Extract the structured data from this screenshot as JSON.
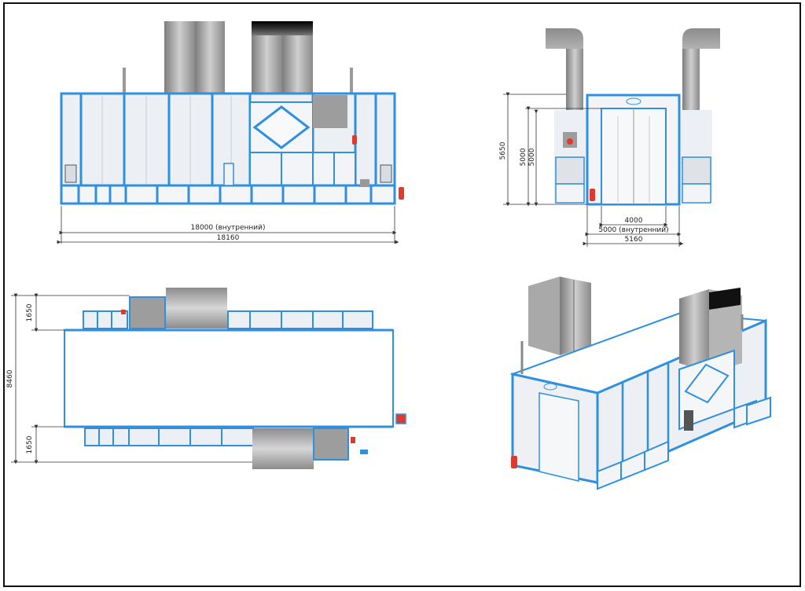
{
  "colors": {
    "frame_blue": "#2f8fe0",
    "panel": "#eceff3",
    "panel_light": "#f6f7f9",
    "duct": "#9a9a9a",
    "duct_dark": "#1a1a1a",
    "extinguisher": "#e03a2f",
    "dim_line": "#333333"
  },
  "front_view": {
    "dim_inner": "18000 (внутренний)",
    "dim_outer": "18160"
  },
  "side_view": {
    "dim_height_total": "5650",
    "dim_height_inner_a": "5000",
    "dim_height_inner_b": "5000",
    "dim_door": "4000",
    "dim_inner": "5000 (внутренний)",
    "dim_outer": "5160"
  },
  "top_view": {
    "dim_top_unit": "1650",
    "dim_total": "8460",
    "dim_bottom_unit": "1650"
  }
}
